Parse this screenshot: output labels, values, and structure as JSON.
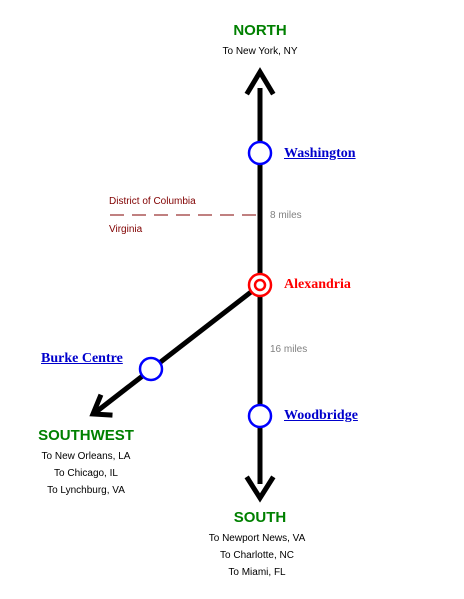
{
  "colors": {
    "direction": "#008000",
    "station_link": "#0000cc",
    "current_station": "#ff0000",
    "border": "#800000",
    "distance": "#808080",
    "track": "#000000",
    "station_ring": "#0000ff"
  },
  "north": {
    "label": "NORTH",
    "destinations": [
      "To New York, NY"
    ]
  },
  "south": {
    "label": "SOUTH",
    "destinations": [
      "To Newport News, VA",
      "To Charlotte, NC",
      "To Miami, FL"
    ]
  },
  "southwest": {
    "label": "SOUTHWEST",
    "destinations": [
      "To New Orleans, LA",
      "To Chicago, IL",
      "To Lynchburg, VA"
    ]
  },
  "stations": {
    "washington": "Washington",
    "alexandria": "Alexandria",
    "burke_centre": "Burke Centre",
    "woodbridge": "Woodbridge"
  },
  "border": {
    "north_side": "District of Columbia",
    "south_side": "Virginia"
  },
  "distances": {
    "washington_alexandria": "8 miles",
    "alexandria_woodbridge": "16 miles"
  }
}
